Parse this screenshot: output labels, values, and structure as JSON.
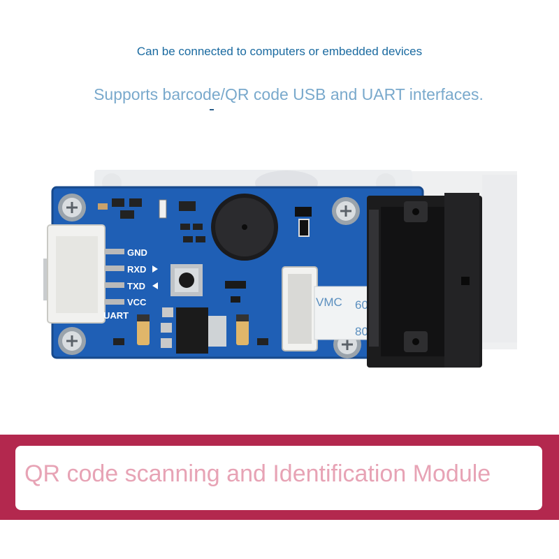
{
  "header": {
    "line1": "Can be connected to computers or embedded devices",
    "line2": "Supports barcode/QR code USB and UART interfaces."
  },
  "board": {
    "pins": [
      "GND",
      "RXD",
      "TXD",
      "VCC"
    ],
    "uart_label": "UART",
    "fpc_text": [
      "VMC",
      "60",
      "80"
    ]
  },
  "banner": {
    "title": "QR code scanning and Identification Module"
  },
  "colors": {
    "banner": "#b3284e",
    "pcb": "#1f5fb5",
    "tagline": "#1a6aa0"
  }
}
